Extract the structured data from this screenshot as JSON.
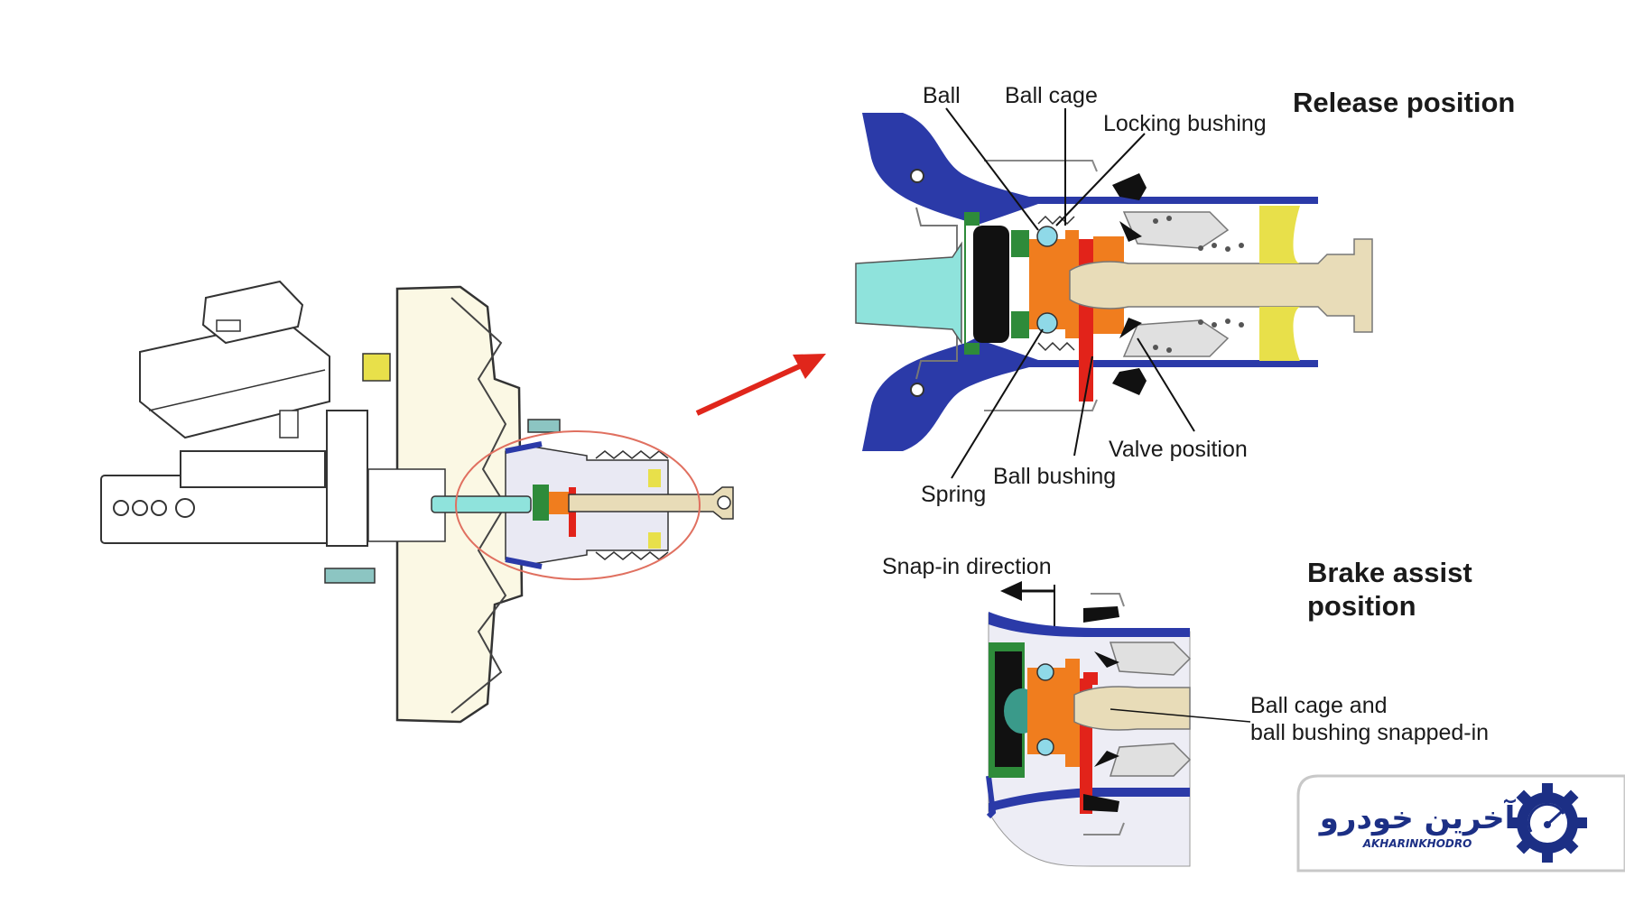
{
  "titles": {
    "release": "Release position",
    "assist_line1": "Brake assist",
    "assist_line2": "position"
  },
  "labels": {
    "ball": "Ball",
    "ball_cage": "Ball cage",
    "locking_bushing": "Locking bushing",
    "valve_position": "Valve position",
    "ball_bushing": "Ball bushing",
    "spring": "Spring",
    "snap_in_direction": "Snap-in direction",
    "snapped_line1": "Ball cage and",
    "snapped_line2": "ball bushing snapped-in"
  },
  "logo": {
    "name_fa": "آخرین خودرو",
    "name_en": "AKHARINKHODRO"
  },
  "colors": {
    "housing": "#2b3aa8",
    "booster_body": "#fbf8e4",
    "piston_rod": "#e8dcb8",
    "plunger": "#8fe3dc",
    "ball_cage": "#f07d1e",
    "ball_bushing": "#e2231a",
    "spring_ring": "#2e8b3a",
    "valve_seat": "#e8e04a",
    "arrow": "#e0261b",
    "logo": "#1c2f85"
  }
}
